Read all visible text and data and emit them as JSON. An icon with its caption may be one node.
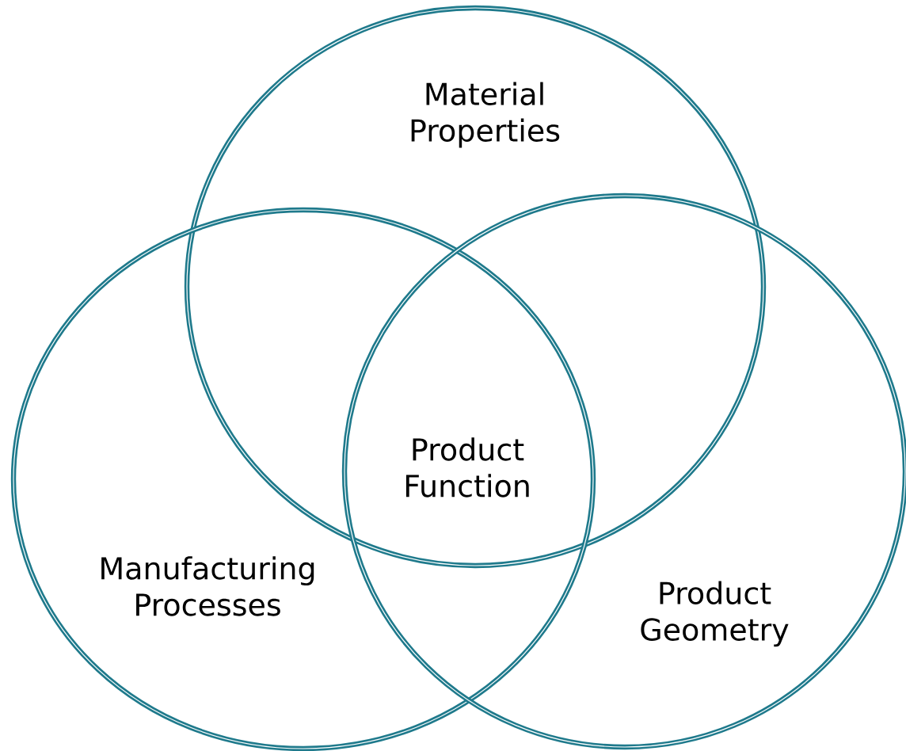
{
  "diagram": {
    "nodes": [
      {
        "text": [
          "Material Properties"
        ]
      },
      {
        "text": [
          "Manufacturing Processes"
        ]
      },
      {
        "text": [
          "Product Geometry"
        ]
      }
    ],
    "labels": [
      "Product Function"
    ]
  }
}
